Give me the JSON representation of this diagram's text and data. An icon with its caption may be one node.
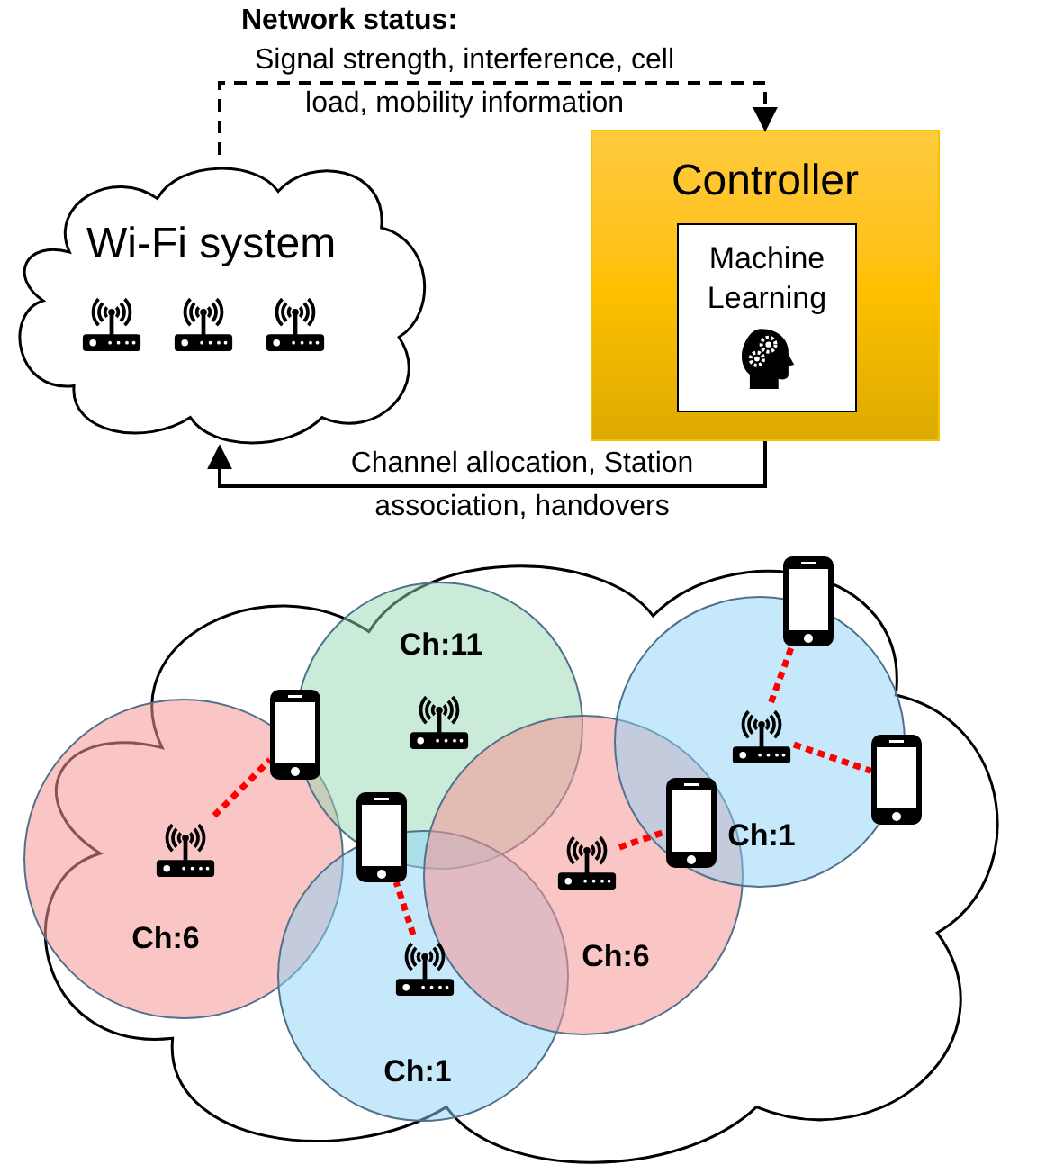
{
  "diagram": {
    "nodes": [
      {
        "text": [
          "Wi-Fi system"
        ]
      },
      {
        "text": [
          "Controller"
        ]
      },
      {
        "text": [
          "Machine Learning"
        ],
        "in": 1
      },
      {
        "text": [],
        "shape": "cloud"
      },
      {
        "text": [
          "Ch:6"
        ],
        "in": 3
      },
      {
        "text": [
          "Ch:11"
        ],
        "in": 3
      },
      {
        "text": [
          "Ch:1"
        ],
        "in": 3
      },
      {
        "text": [
          "Ch:6"
        ],
        "in": 3
      },
      {
        "text": [
          "Ch:1"
        ],
        "in": 3
      },
      {
        "text": [],
        "shape": "router",
        "in": 4
      },
      {
        "text": [],
        "shape": "router",
        "in": 5
      },
      {
        "text": [],
        "shape": "router",
        "in": 6
      },
      {
        "text": [],
        "shape": "router",
        "in": 7
      },
      {
        "text": [],
        "shape": "router",
        "in": 8
      },
      {
        "text": [],
        "shape": "phone",
        "in": 3
      },
      {
        "text": [],
        "shape": "phone",
        "in": 3
      },
      {
        "text": [],
        "shape": "phone"
      },
      {
        "text": [],
        "shape": "phone",
        "in": 3
      },
      {
        "text": [],
        "shape": "phone",
        "in": 3
      }
    ],
    "edges": [
      {
        "from": 0,
        "to": 1,
        "arrow": "to",
        "style": "dashed",
        "color": "#000000",
        "label": "Signal strength, interference, cell load, mobility information"
      },
      {
        "from": 1,
        "to": 0,
        "arrow": "to",
        "color": "#000000",
        "label": "Channel allocation, Station association, handovers"
      },
      {
        "from": 9,
        "to": 14,
        "arrow": "none",
        "style": "dashed",
        "color": "#ff0000"
      },
      {
        "from": 11,
        "to": 15,
        "arrow": "none",
        "style": "dashed",
        "color": "#ff0000"
      },
      {
        "from": 12,
        "to": 16,
        "arrow": "none",
        "style": "dashed",
        "color": "#ff0000"
      },
      {
        "from": 13,
        "to": 17,
        "arrow": "none",
        "style": "dashed",
        "color": "#ff0000"
      },
      {
        "from": 13,
        "to": 18,
        "arrow": "none",
        "style": "dashed",
        "color": "#ff0000"
      }
    ],
    "labels": [
      "Network status:"
    ]
  }
}
